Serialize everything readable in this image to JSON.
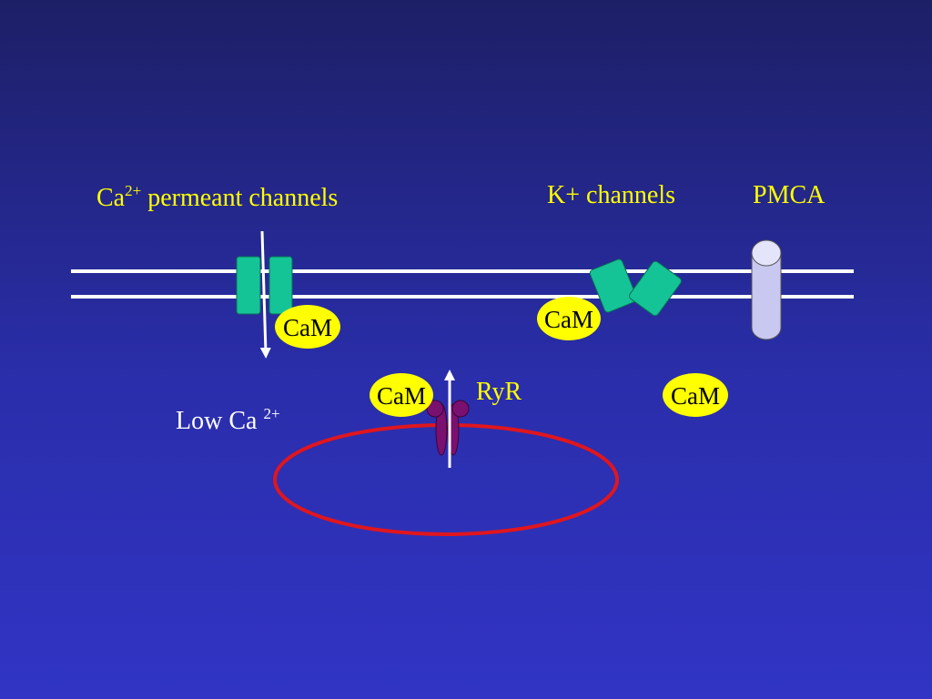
{
  "labels": {
    "ca_channels_prefix": "Ca",
    "ca_channels_sup": "2+",
    "ca_channels_suffix": " permeant channels",
    "k_channels": "K+ channels",
    "pmca": "PMCA",
    "low_ca_prefix": "Low Ca ",
    "low_ca_sup": "2+",
    "ryr": "RyR",
    "cam": "CaM"
  },
  "colors": {
    "text_yellow": "#ffff00",
    "membrane": "#ffffff",
    "channel_green": "#14c496",
    "cam_fill": "#ffff00",
    "pmca_fill": "#c8c8f0",
    "ryr_fill": "#7a1070",
    "er_outline": "#e0161e"
  }
}
